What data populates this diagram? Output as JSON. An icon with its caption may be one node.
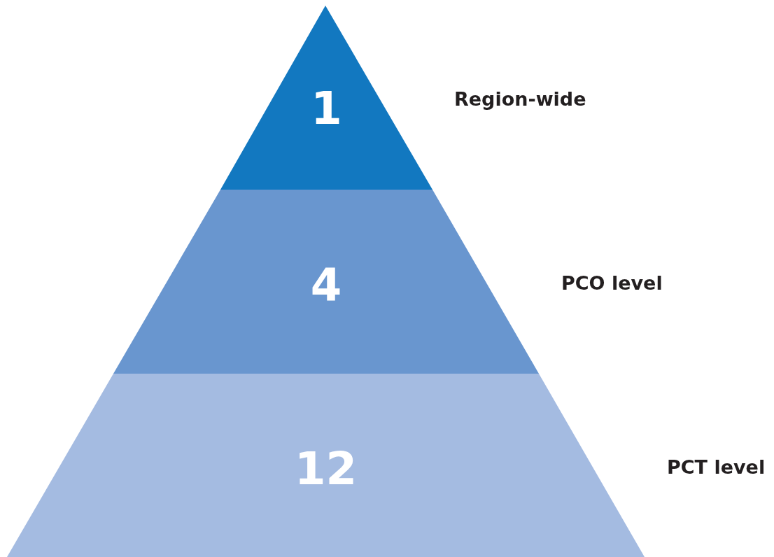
{
  "diagram": {
    "nodes": [
      {
        "text": [
          "1"
        ],
        "beside": [
          "Region-wide"
        ]
      },
      {
        "text": [
          "4"
        ],
        "beside": [
          "PCO level"
        ]
      },
      {
        "text": [
          "12"
        ],
        "beside": [
          "PCT level"
        ]
      }
    ]
  }
}
